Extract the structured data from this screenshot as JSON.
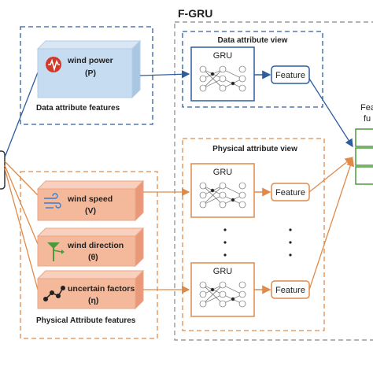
{
  "fgru_title": "F-GRU",
  "data_box": {
    "wind_power_label": "wind power",
    "wind_power_symbol": "(P)",
    "caption": "Data attribute features"
  },
  "data_view": {
    "title": "Data attribute view",
    "gru_label": "GRU",
    "feature_label": "Feature"
  },
  "phys_view": {
    "title": "Physical attribute view",
    "gru1_label": "GRU",
    "feature1_label": "Feature",
    "gru2_label": "GRU",
    "feature2_label": "Feature",
    "ellipsis": "·\n·\n·"
  },
  "phys_box": {
    "items": [
      {
        "label": "wind speed",
        "symbol": "(V)"
      },
      {
        "label": "wind direction",
        "symbol": "(θ)"
      },
      {
        "label": "uncertain factors",
        "symbol": "(η)"
      }
    ],
    "caption": "Physical Attribute features"
  },
  "fusion": {
    "line1": "Fea",
    "line2": "fu"
  },
  "colors": {
    "blue_accent": "#2e5d9f",
    "orange_accent": "#e08a4a",
    "blue_fill": "#c6dcf1",
    "orange_fill": "#f4b89b",
    "green_accent": "#4a9a3a"
  }
}
